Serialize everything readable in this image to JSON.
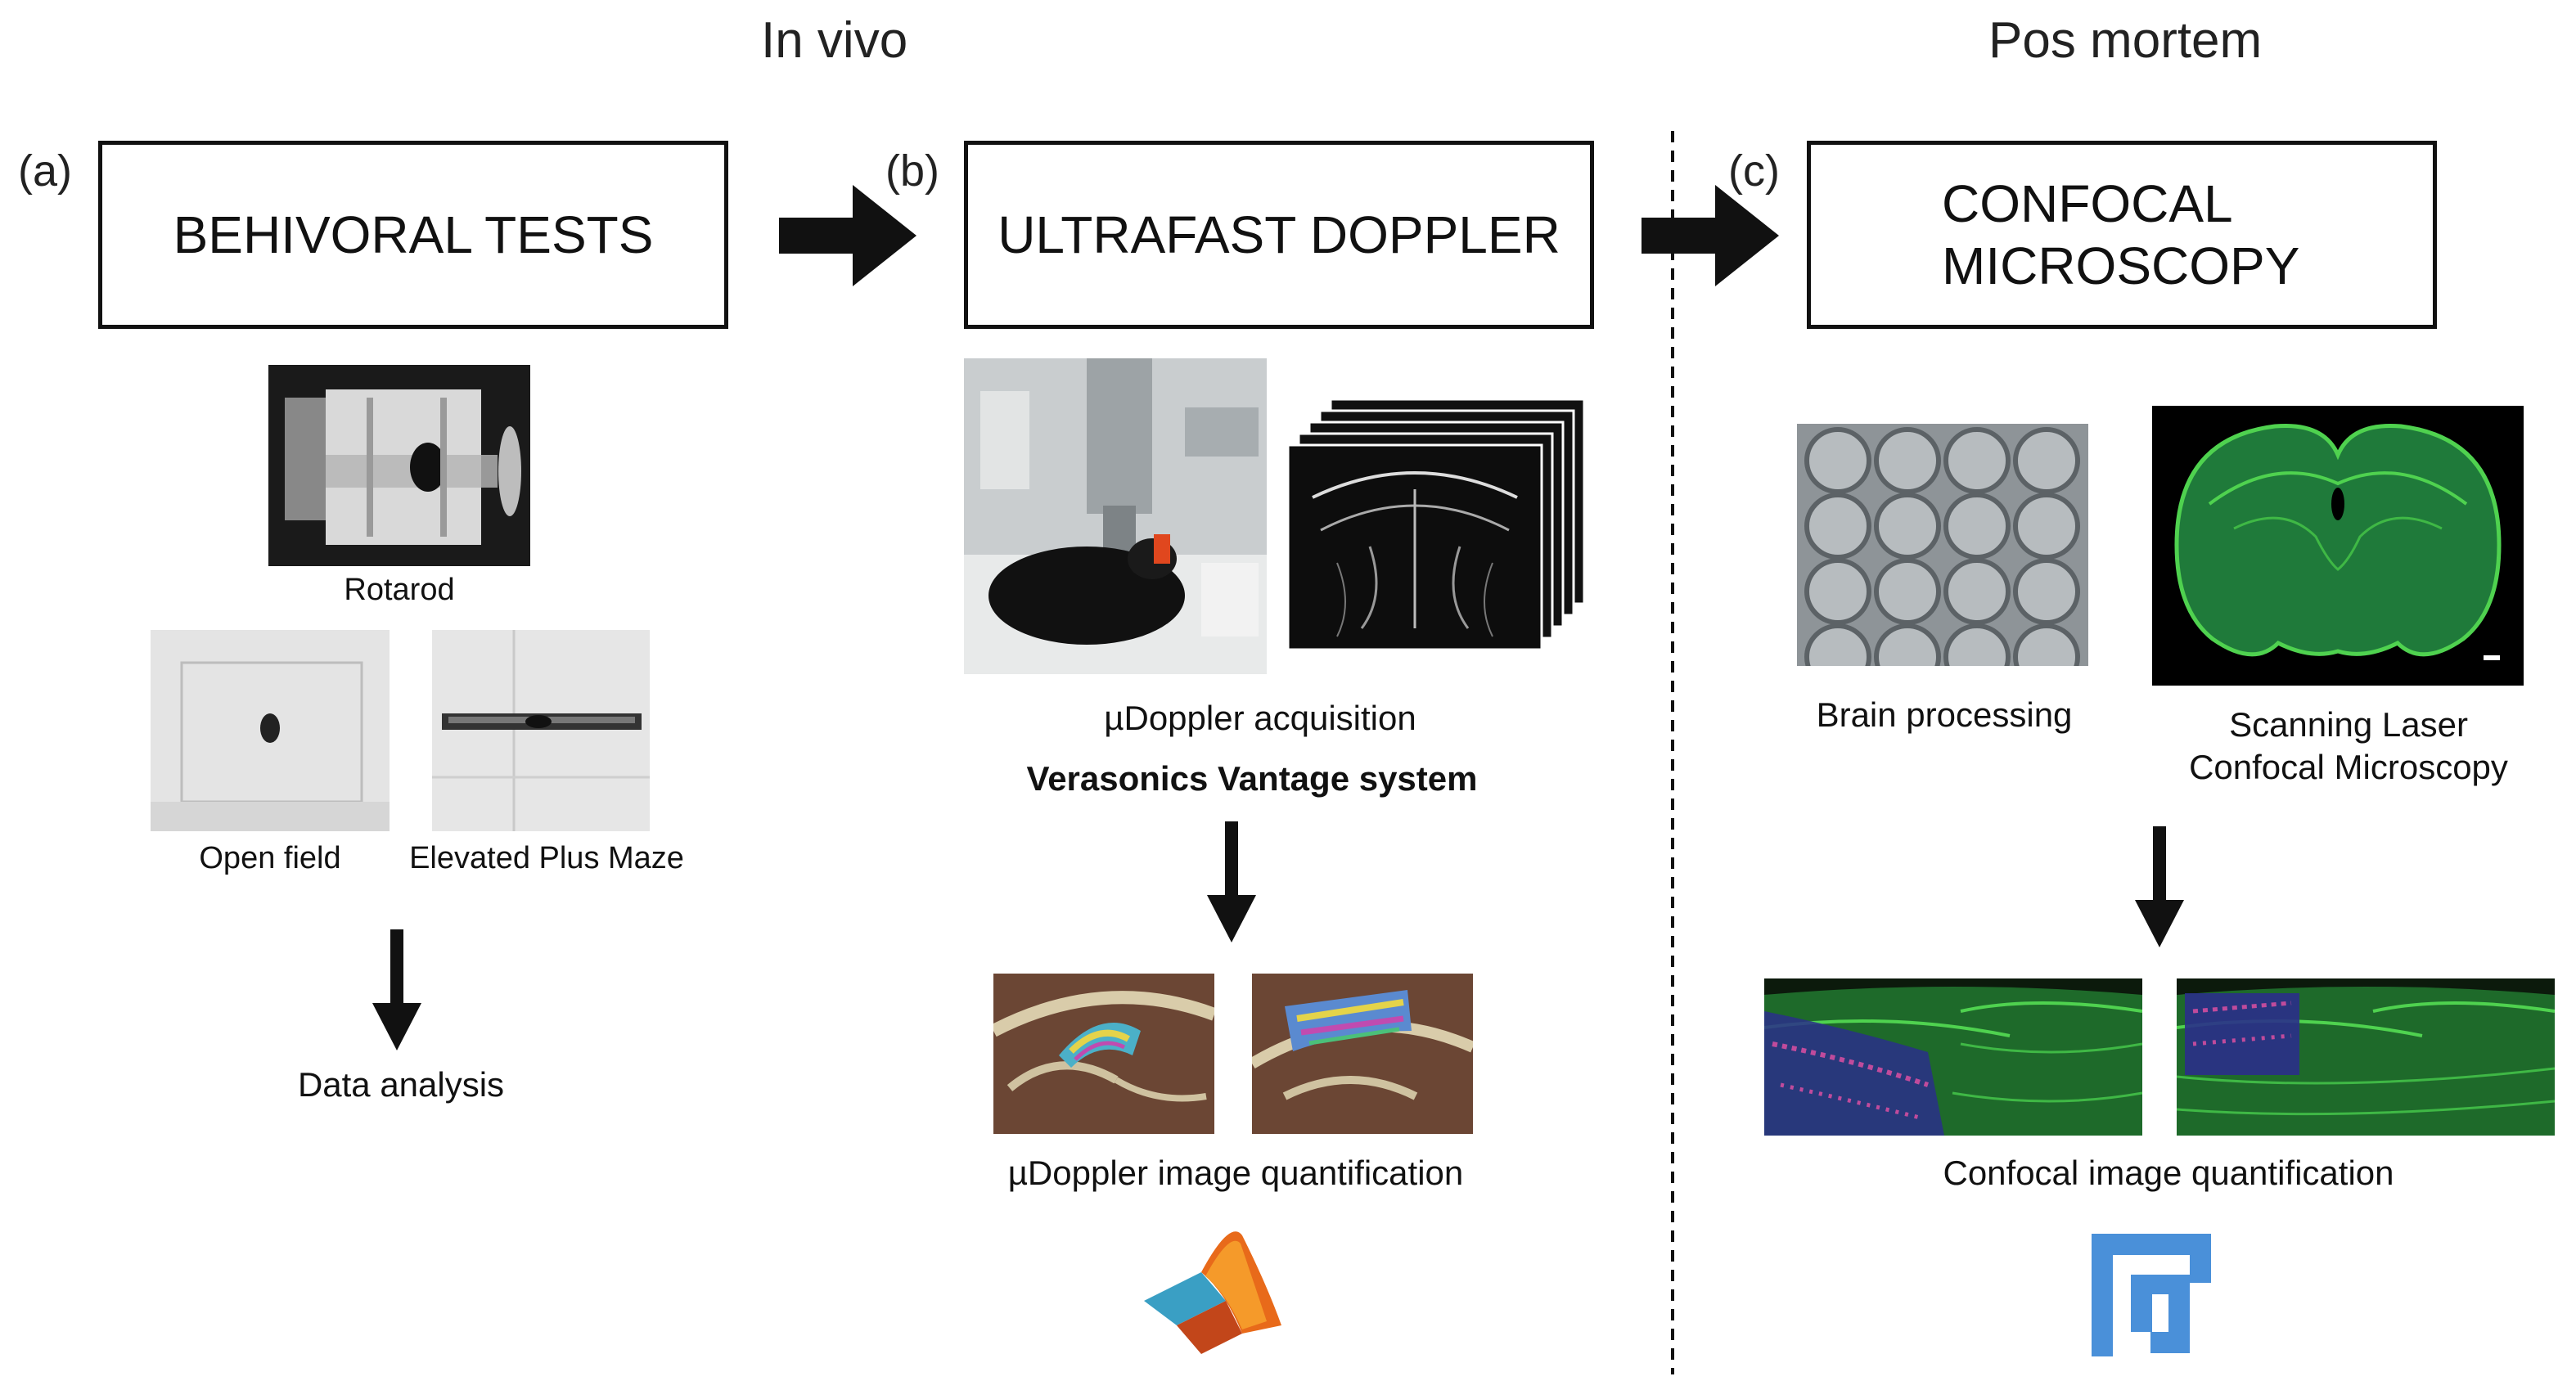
{
  "headers": {
    "in_vivo": "In vivo",
    "pos_mortem": "Pos mortem"
  },
  "panels": [
    {
      "label": "(a)",
      "title": "BEHIVORAL TESTS",
      "items": [
        "Rotarod",
        "Open field",
        "Elevated Plus Maze"
      ],
      "result": "Data analysis"
    },
    {
      "label": "(b)",
      "title": "ULTRAFAST DOPPLER",
      "acquisition": "µDoppler acquisition",
      "system": "Verasonics Vantage system",
      "result": "µDoppler image quantification"
    },
    {
      "label": "(c)",
      "title_line1": "CONFOCAL",
      "title_line2": "MICROSCOPY",
      "items": [
        "Brain processing",
        "Scanning Laser",
        "Confocal Microscopy"
      ],
      "result": "Confocal image quantification"
    }
  ],
  "icons": [
    "arrow-right-icon",
    "arrow-down-icon",
    "matlab-logo-icon",
    "fiji-logo-icon"
  ],
  "colors": {
    "line": "#111111",
    "fluorescence": "#2fae2f",
    "fiji": "#4a90d9"
  }
}
